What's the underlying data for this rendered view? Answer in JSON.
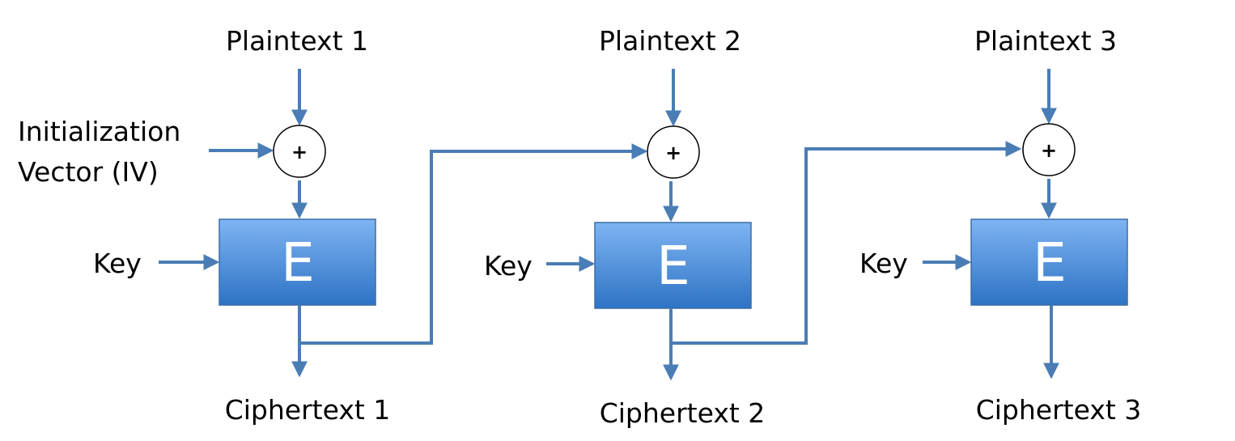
{
  "colors": {
    "wire": "#4a7db5",
    "box_top": "#7eb4f3",
    "box_bottom": "#2e73c4",
    "xor_border": "#000000"
  },
  "iv_label": [
    "Initialization",
    "Vector (IV)"
  ],
  "xor_symbol": "+",
  "stages": [
    {
      "plaintext": "Plaintext 1",
      "key": "Key",
      "block": "E",
      "ciphertext": "Ciphertext 1"
    },
    {
      "plaintext": "Plaintext 2",
      "key": "Key",
      "block": "E",
      "ciphertext": "Ciphertext 2"
    },
    {
      "plaintext": "Plaintext 3",
      "key": "Key",
      "block": "E",
      "ciphertext": "Ciphertext 3"
    }
  ]
}
